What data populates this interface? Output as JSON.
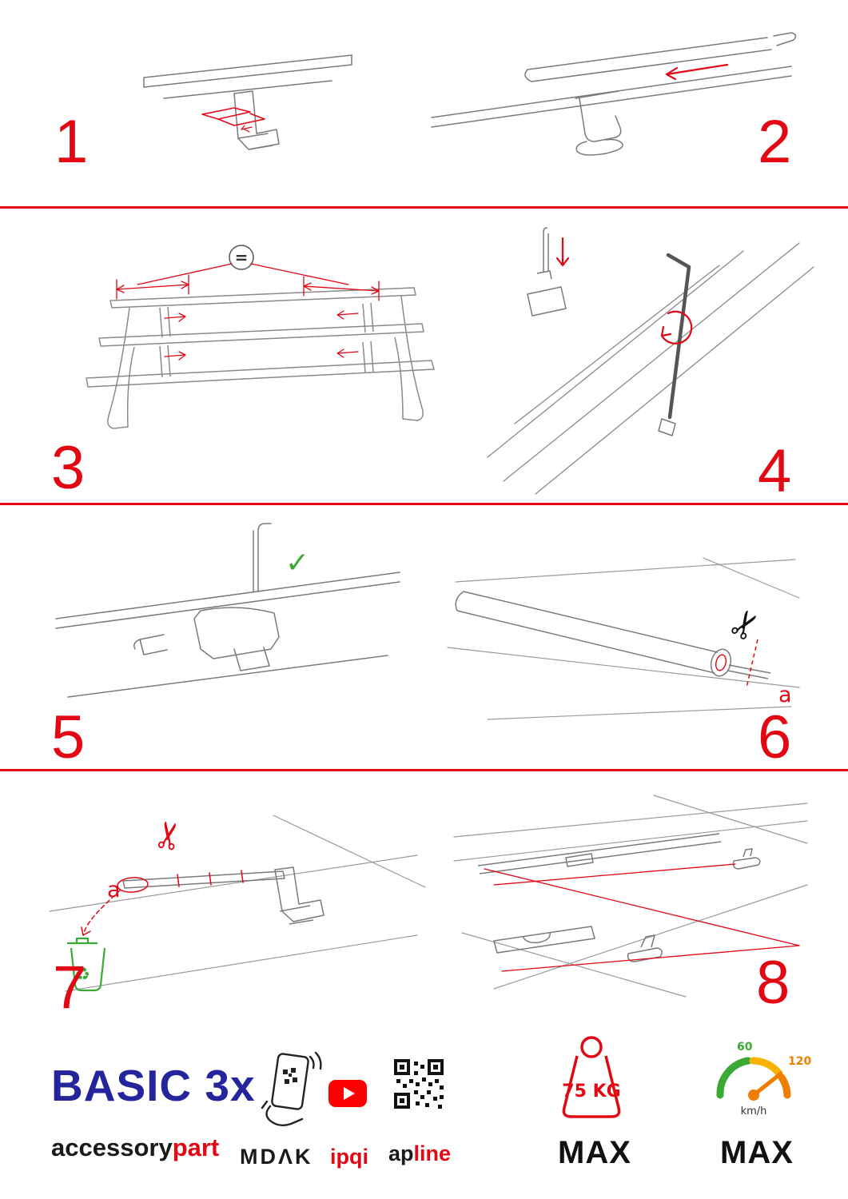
{
  "page": {
    "accent_red": "#e30613",
    "brand_blue": "#24249c",
    "green": "#3aaa35",
    "orange": "#ef7d00"
  },
  "steps": [
    {
      "number": "1"
    },
    {
      "number": "2"
    },
    {
      "number": "3"
    },
    {
      "number": "4"
    },
    {
      "number": "5"
    },
    {
      "number": "6"
    },
    {
      "number": "7"
    },
    {
      "number": "8"
    }
  ],
  "annotations": {
    "equal_spacing": "=",
    "cut_label_step6": "a",
    "cut_label_step7": "a"
  },
  "icons": {
    "check": "✓",
    "scissors": "✂",
    "recycle": "♻"
  },
  "footer": {
    "product_name": "BASIC 3x",
    "brand_black": "accessory",
    "brand_red": "part",
    "partner_1": "MDΛK",
    "partner_2": "ipqi",
    "partner_3_black": "ap",
    "partner_3_red": "line",
    "max_load": "75 KG",
    "max_load_label": "MAX",
    "speed_60": "60",
    "speed_120": "120",
    "speed_unit": "km/h",
    "speed_label": "MAX"
  }
}
